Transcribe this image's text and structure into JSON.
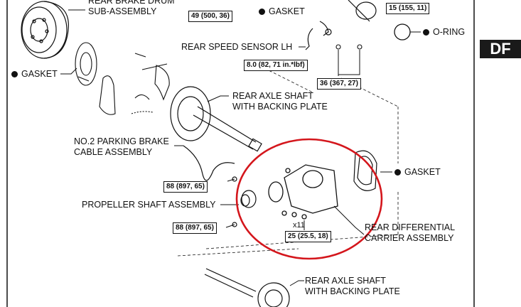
{
  "badge": "DF",
  "labels": {
    "brake_drum_line1": "REAR BRAKE DRUM",
    "brake_drum_line2": "SUB-ASSEMBLY",
    "gasket_left": "GASKET",
    "gasket_top": "GASKET",
    "o_ring": "O-RING",
    "rear_speed_sensor": "REAR SPEED SENSOR LH",
    "rear_axle_top_line1": "REAR AXLE SHAFT",
    "rear_axle_top_line2": "WITH BACKING PLATE",
    "parking_brake_line1": "NO.2 PARKING BRAKE",
    "parking_brake_line2": "CABLE ASSEMBLY",
    "gasket_right": "GASKET",
    "propeller_shaft": "PROPELLER SHAFT ASSEMBLY",
    "diff_line1": "REAR DIFFERENTIAL",
    "diff_line2": "CARRIER ASSEMBLY",
    "x11": "x11",
    "rear_axle_bottom_line1": "REAR AXLE SHAFT",
    "rear_axle_bottom_line2": "WITH BACKING PLATE"
  },
  "torque": {
    "t_49": "49 (500, 36)",
    "t_15": "15 (155, 11)",
    "t_8": "8.0 (82, 71 in.*lbf)",
    "t_36": "36 (367, 27)",
    "t_88_upper": "88 (897, 65)",
    "t_88_lower": "88 (897, 65)",
    "t_25": "25 (25.5, 18)"
  },
  "colors": {
    "highlight_circle": "#d4161c",
    "badge_bg": "#1a1a1a",
    "line": "#111111"
  }
}
